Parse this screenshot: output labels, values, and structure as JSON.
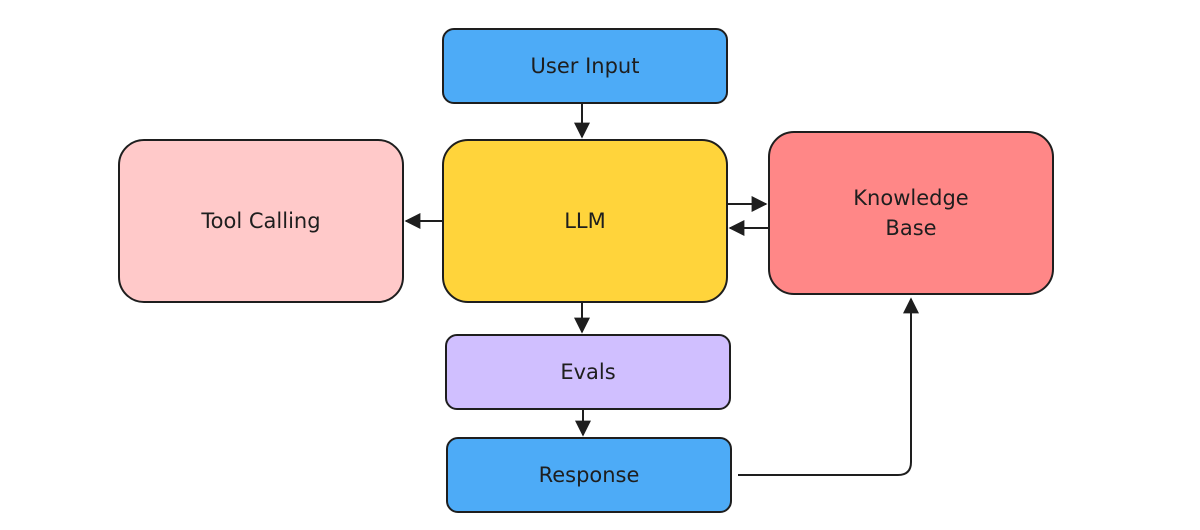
{
  "diagram": {
    "nodes": {
      "user_input": {
        "label": "User Input",
        "color": "#4dabf7"
      },
      "llm": {
        "label": "LLM",
        "color": "#ffd43b"
      },
      "tool_calling": {
        "label": "Tool Calling",
        "color": "#ffc9c9"
      },
      "knowledge_base": {
        "label": "Knowledge\nBase",
        "color": "#ff8787"
      },
      "evals": {
        "label": "Evals",
        "color": "#d0bfff"
      },
      "response": {
        "label": "Response",
        "color": "#4dabf7"
      }
    },
    "edges": [
      {
        "from": "user_input",
        "to": "llm"
      },
      {
        "from": "llm",
        "to": "tool_calling"
      },
      {
        "from": "llm",
        "to": "knowledge_base"
      },
      {
        "from": "knowledge_base",
        "to": "llm"
      },
      {
        "from": "llm",
        "to": "evals"
      },
      {
        "from": "evals",
        "to": "response"
      },
      {
        "from": "response",
        "to": "knowledge_base"
      }
    ]
  }
}
